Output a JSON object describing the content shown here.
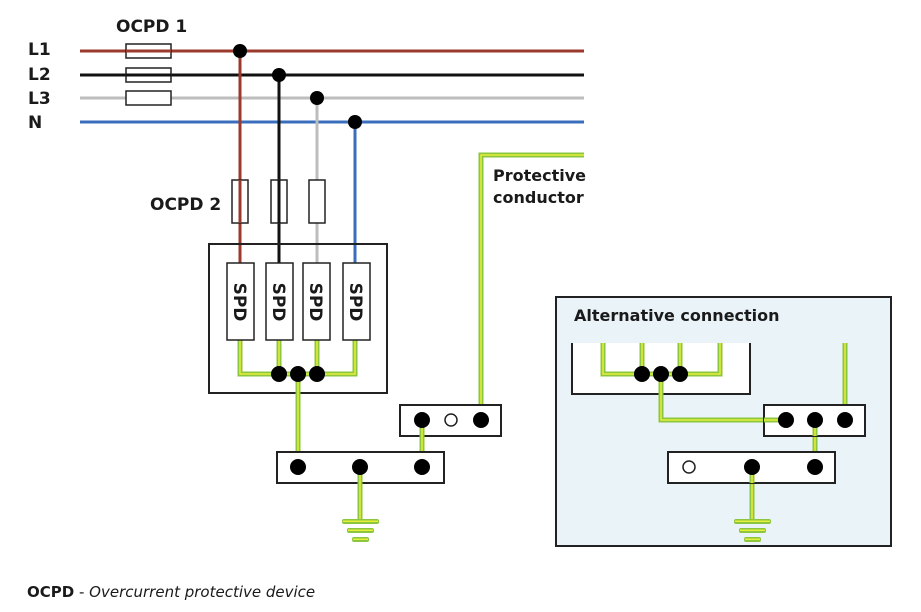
{
  "title": "SPD connection diagram",
  "lines": [
    {
      "id": "L1",
      "label": "L1",
      "color": "#9b3a2c"
    },
    {
      "id": "L2",
      "label": "L2",
      "color": "#111111"
    },
    {
      "id": "L3",
      "label": "L3",
      "color": "#bdbdbd"
    },
    {
      "id": "N",
      "label": "N",
      "color": "#3b6dbd"
    }
  ],
  "labels": {
    "ocpd1": "OCPD 1",
    "ocpd2": "OCPD 2",
    "protective_line1": "Protective",
    "protective_line2": "conductor",
    "alternative": "Alternative connection",
    "spd": "SPD"
  },
  "spd_units": [
    "SPD",
    "SPD",
    "SPD",
    "SPD"
  ],
  "colors": {
    "earth_green": "#8cc63f",
    "earth_yellow": "#e6ef3a",
    "alt_panel_bg": "#eaf4f8",
    "outline": "#222222"
  },
  "footnote": {
    "abbr": "OCPD",
    "separator": " - ",
    "definition": "Overcurrent protective device"
  }
}
